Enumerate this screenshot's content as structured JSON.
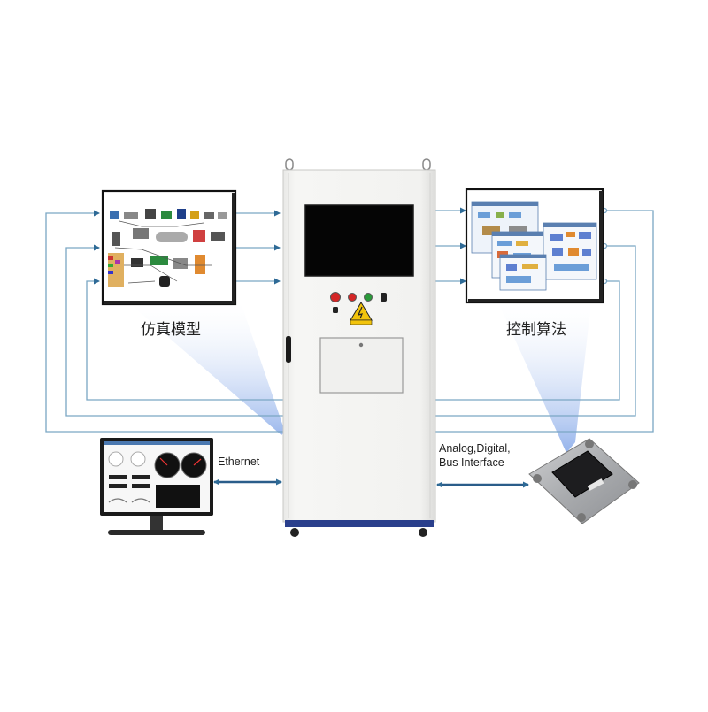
{
  "labels": {
    "simulation_model": "仿真模型",
    "control_algorithm": "控制算法",
    "ethernet": "Ethernet",
    "interface_line1": "Analog,Digital,",
    "interface_line2": "Bus Interface"
  },
  "colors": {
    "wiring": "#7aa6c4",
    "link_arrow": "#2a5d8a",
    "cabinet": "#f3f3f1",
    "cabinet_base": "#2a3f8c",
    "projection": "#8fb1e8"
  },
  "cabinet_controls": {
    "buttons": [
      "red-button",
      "red-button",
      "green-button",
      "black-button"
    ],
    "warning_sign": "high-voltage-warning-icon"
  }
}
